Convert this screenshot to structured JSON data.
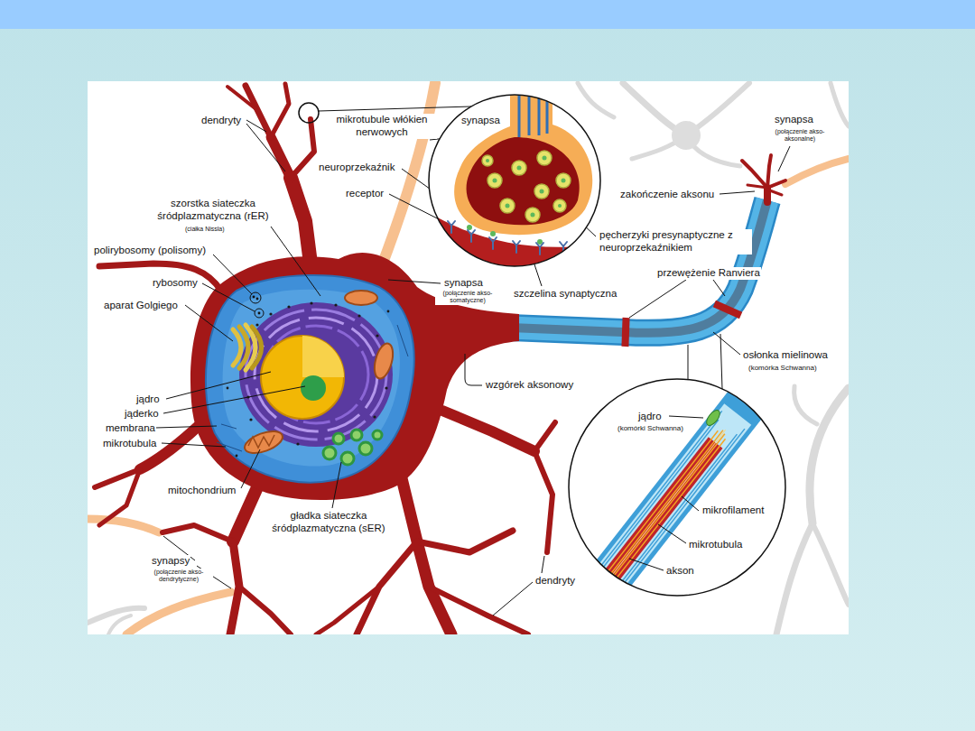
{
  "diagram": {
    "labels": [
      "dendryty",
      "mikrotubule włókien nerwowych",
      "synapsa",
      "synapsa",
      "(połączenie akso-aksonalne)",
      "neuroprzekaźnik",
      "receptor",
      "zakończenie aksonu",
      "szorstka siateczka śródplazmatyczna (rER)",
      "(ciałka Nissla)",
      "pęcherzyki presynaptyczne z neuroprzekaźnikiem",
      "polirybosomy (polisomy)",
      "przewężenie Ranviera",
      "rybosomy",
      "synapsa",
      "(połączenie akso-somatyczne)",
      "szczelina synaptyczna",
      "aparat Golgiego",
      "osłonka mielinowa",
      "(komórka Schwanna)",
      "wzgórek aksonowy",
      "jądro",
      "jądro",
      "jąderko",
      "(komórki Schwanna)",
      "membrana",
      "mikrotubula",
      "mitochondrium",
      "mikrofilament",
      "gładka siateczka śródplazmatyczna (sER)",
      "mikrotubula",
      "synapsy",
      "(połączenie akso-dendrytyczne)",
      "akson",
      "dendryty"
    ]
  }
}
